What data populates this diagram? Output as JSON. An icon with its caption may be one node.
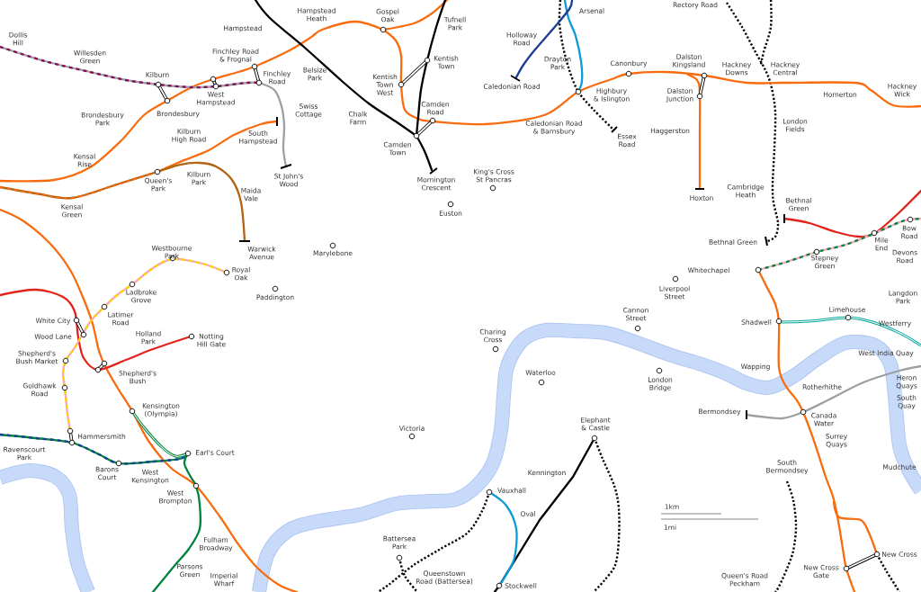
{
  "diagram": {
    "labels": [
      "Arsenal",
      "Rectory Road",
      "Hampstead Heath",
      "Gospel Oak",
      "Tufnell Park",
      "Hampstead",
      "Dollis Hill",
      "Holloway Road",
      "Willesden Green",
      "Finchley Road & Frognal",
      "Kentish Town",
      "Drayton Park",
      "Canonbury",
      "Dalston Kingsland",
      "Hackney Downs",
      "Hackney Central",
      "Kilburn",
      "Belsize Park",
      "Finchley Road",
      "Kentish Town West",
      "Caledonian Road",
      "Hackney Wick",
      "Highbury & Islington",
      "Dalston Junction",
      "Homerton",
      "West Hampstead",
      "Camden Road",
      "Swiss Cottage",
      "Brondesbury",
      "Brondesbury Park",
      "Chalk Farm",
      "London Fields",
      "Caledonian Road & Barnsbury",
      "Haggerston",
      "Kilburn High Road",
      "South Hampstead",
      "Essex Road",
      "Camden Town",
      "Kensal Rise",
      "St John's Wood",
      "Mornington Crescent",
      "King's Cross St Pancras",
      "Kilburn Park",
      "Queen's Park",
      "Cambridge Heath",
      "Maida Vale",
      "Hoxton",
      "Bethnal Green",
      "Kensal Green",
      "Euston",
      "Bow Road",
      "Bethnal Green",
      "Mile End",
      "Westbourne Park",
      "Warwick Avenue",
      "Marylebone",
      "Devons Road",
      "Stepney Green",
      "Whitechapel",
      "Royal Oak",
      "Liverpool Street",
      "Ladbroke Grove",
      "Langdon Park",
      "Paddington",
      "Limehouse",
      "Cannon Street",
      "Latimer Road",
      "White City",
      "Shadwell",
      "Westferry",
      "Charing Cross",
      "Wood Lane",
      "Holland Park",
      "Notting Hill Gate",
      "West India Quay",
      "Shepherd's Bush Market",
      "Wapping",
      "Waterloo",
      "Shepherd's Bush",
      "Heron Quays",
      "London Bridge",
      "Rotherhithe",
      "Goldhawk Road",
      "South Quay",
      "Kensington (Olympia)",
      "Bermondsey",
      "Canada Water",
      "Elephant & Castle",
      "Victoria",
      "Hammersmith",
      "Surrey Quays",
      "Ravenscourt Park",
      "Earl's Court",
      "Mudchute",
      "South Bermondsey",
      "Barons Court",
      "Kennington",
      "West Kensington",
      "Vauxhall",
      "West Brompton",
      "1km",
      "Oval",
      "1mi",
      "Battersea Park",
      "Fulham Broadway",
      "New Cross",
      "Parsons Green",
      "New Cross Gate",
      "Imperial Wharf",
      "Queenstown Road (Battersea)",
      "Queen's Road Peckham",
      "Stockwell"
    ]
  }
}
